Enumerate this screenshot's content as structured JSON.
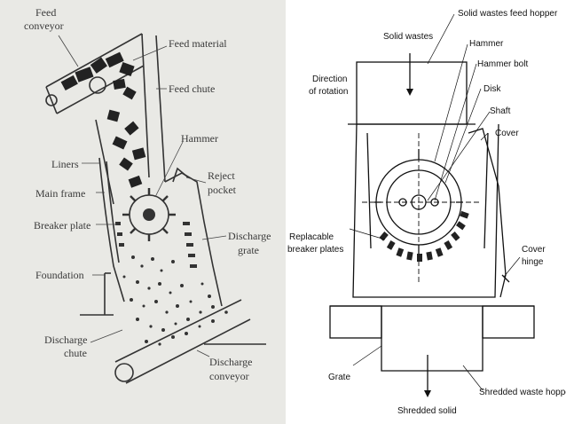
{
  "left_diagram": {
    "labels": {
      "feed_conveyor_1": "Feed",
      "feed_conveyor_2": "conveyor",
      "feed_material": "Feed material",
      "feed_chute": "Feed chute",
      "hammer": "Hammer",
      "liners": "Liners",
      "reject_pocket_1": "Reject",
      "reject_pocket_2": "pocket",
      "main_frame": "Main frame",
      "breaker_plate": "Breaker plate",
      "discharge_grate_1": "Discharge",
      "discharge_grate_2": "grate",
      "foundation": "Foundation",
      "discharge_chute_1": "Discharge",
      "discharge_chute_2": "chute",
      "discharge_conveyor_1": "Discharge",
      "discharge_conveyor_2": "conveyor"
    }
  },
  "right_diagram": {
    "labels": {
      "solid_wastes_feed_hopper": "Solid wastes feed hopper",
      "solid_wastes": "Solid wastes",
      "hammer": "Hammer",
      "hammer_bolt": "Hammer bolt",
      "direction_1": "Direction",
      "direction_2": "of rotation",
      "disk": "Disk",
      "shaft": "Shaft",
      "cover": "Cover",
      "replacable_1": "Replacable",
      "replacable_2": "breaker plates",
      "cover_hinge_1": "Cover",
      "cover_hinge_2": "hinge",
      "grate": "Grate",
      "shredded_waste_hopper": "Shredded waste hopper",
      "shredded_solid": "Shredded solid"
    }
  }
}
